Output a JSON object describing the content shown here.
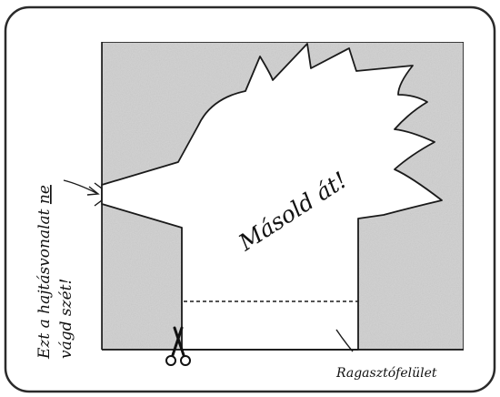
{
  "instruction": "Másold át!",
  "side_note": {
    "line1_prefix": "Ezt a hajtásvonalat ",
    "line1_emphasis": "ne",
    "line2": "vágd szét!"
  },
  "glue_label": "Ragasztófelület",
  "icons": {
    "scissors": "scissors-icon"
  },
  "colors": {
    "paper": "#ffffff",
    "shaded_area": "#d3d3d3",
    "ink": "#1a1a1a",
    "frame": "#2a2a2a"
  }
}
